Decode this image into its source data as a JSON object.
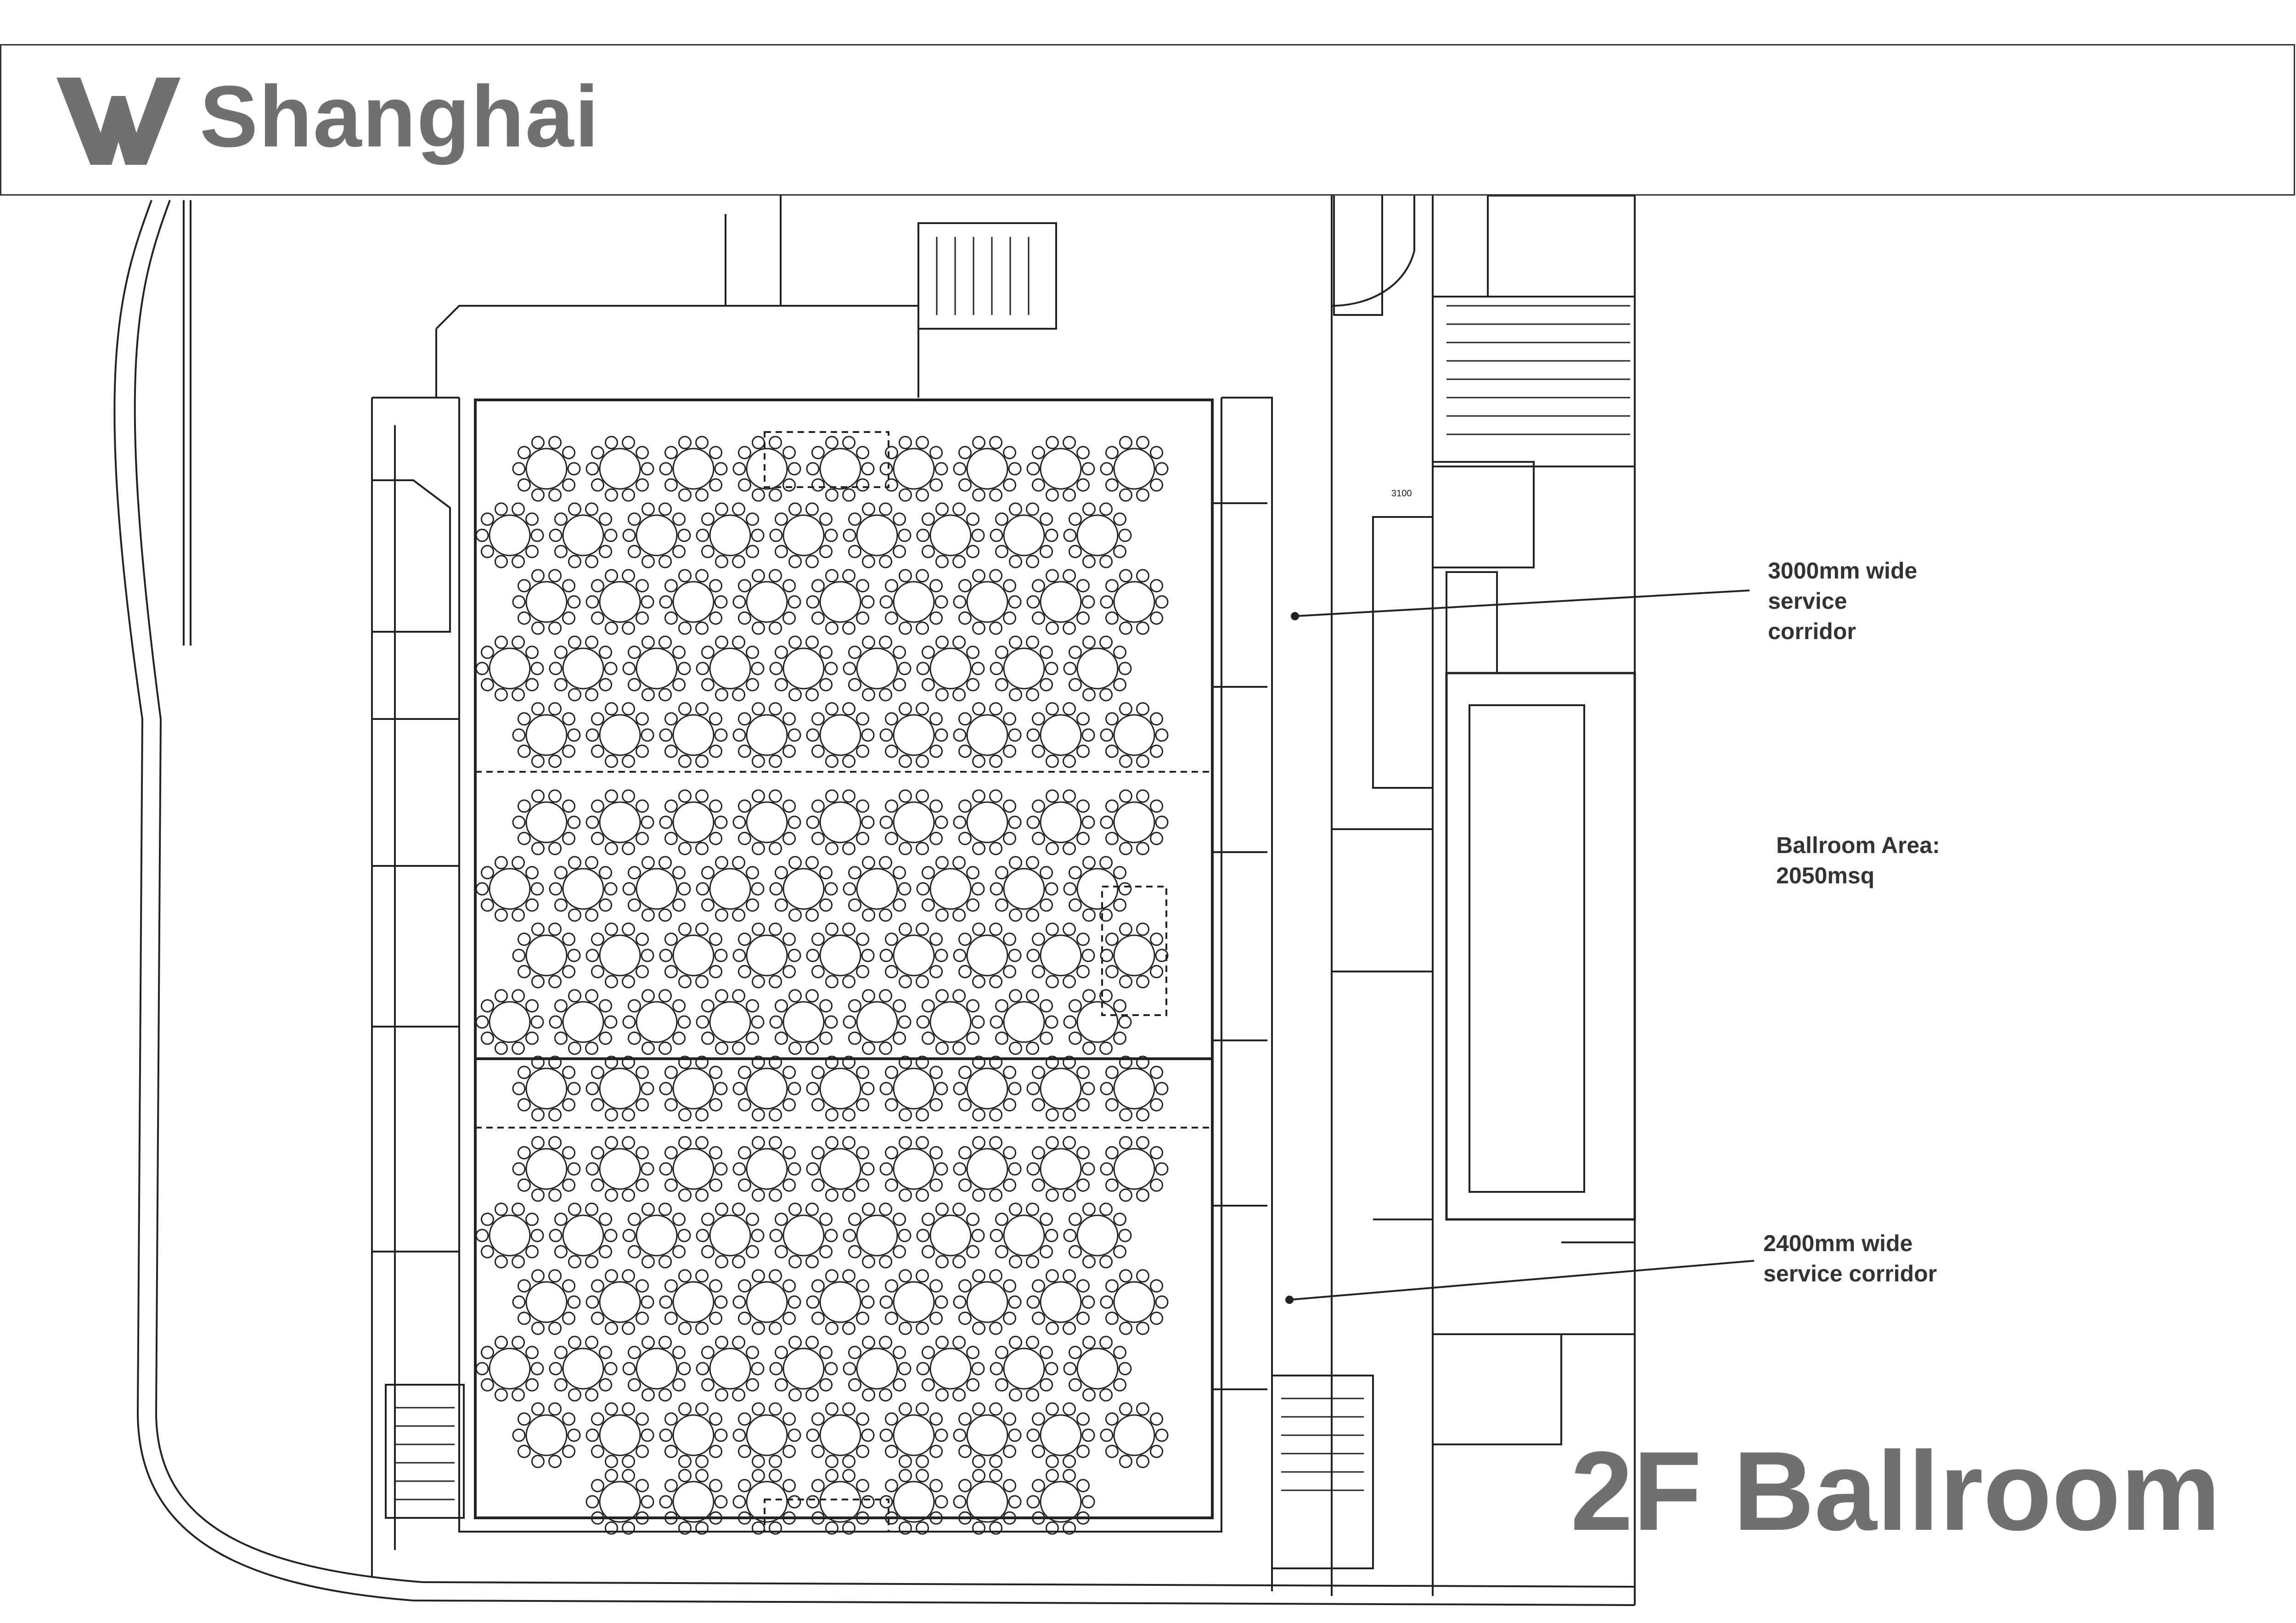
{
  "header": {
    "brand": "Shanghai",
    "logo": "w-logo-icon"
  },
  "annotations": {
    "corridor_3000": "3000mm wide\nservice\ncorridor",
    "ballroom_area": "Ballroom Area:\n2050msq",
    "corridor_2400": "2400mm wide\nservice corridor"
  },
  "plan": {
    "title": "2F Ballroom",
    "dimension_label": "3100",
    "sections": [
      {
        "rows": [
          9,
          9,
          9,
          9,
          9
        ]
      },
      {
        "rows": [
          9,
          9,
          9,
          9,
          9
        ]
      },
      {
        "rows": [
          9,
          9,
          9,
          9,
          9,
          7
        ]
      }
    ]
  },
  "colors": {
    "line": "#222222",
    "title_grey": "#707070",
    "frame": "#333333"
  }
}
